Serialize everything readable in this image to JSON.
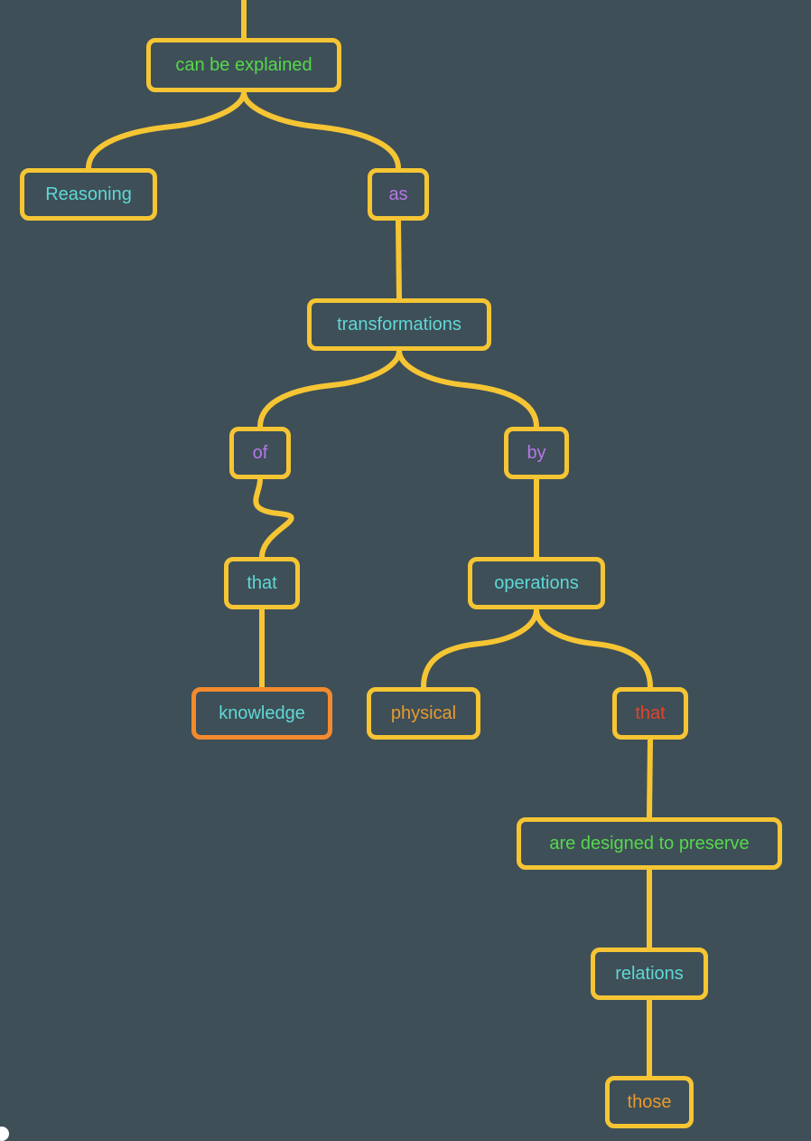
{
  "diagram": {
    "type": "dependency-tree",
    "line_color": "#f6c534",
    "selected_border_color": "#f48a2e",
    "background": "#3e4f57",
    "nodes": [
      {
        "id": "can-be-explained",
        "label": "can be explained",
        "color": "#55d94a"
      },
      {
        "id": "reasoning",
        "label": "Reasoning",
        "color": "#5fd8d6"
      },
      {
        "id": "as",
        "label": "as",
        "color": "#b777e8"
      },
      {
        "id": "transformations",
        "label": "transformations",
        "color": "#5fd8d6"
      },
      {
        "id": "of",
        "label": "of",
        "color": "#b777e8"
      },
      {
        "id": "by",
        "label": "by",
        "color": "#b777e8"
      },
      {
        "id": "that-1",
        "label": "that",
        "color": "#5fd8d6"
      },
      {
        "id": "operations",
        "label": "operations",
        "color": "#5fd8d6"
      },
      {
        "id": "knowledge",
        "label": "knowledge",
        "color": "#5fd8d6",
        "selected": true
      },
      {
        "id": "physical",
        "label": "physical",
        "color": "#e89a2e"
      },
      {
        "id": "that-2",
        "label": "that",
        "color": "#e0452b"
      },
      {
        "id": "are-designed-to-preserve",
        "label": "are designed to preserve",
        "color": "#55d94a"
      },
      {
        "id": "relations",
        "label": "relations",
        "color": "#5fd8d6"
      },
      {
        "id": "those",
        "label": "those",
        "color": "#e89a2e"
      }
    ]
  }
}
